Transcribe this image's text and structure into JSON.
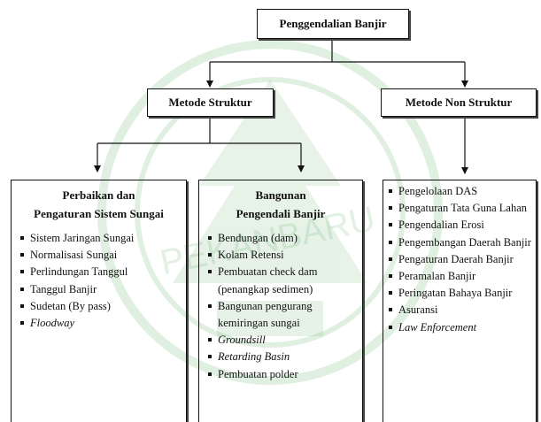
{
  "root": {
    "label": "Penggendalian Banjir"
  },
  "structural": {
    "label": "Metode Struktur"
  },
  "non_structural": {
    "label": "Metode Non Struktur"
  },
  "panels": {
    "river": {
      "title_line1": "Perbaikan dan",
      "title_line2": "Pengaturan Sistem Sungai",
      "items": [
        {
          "text": "Sistem Jaringan Sungai",
          "italic": false
        },
        {
          "text": "Normalisasi Sungai",
          "italic": false
        },
        {
          "text": "Perlindungan Tanggul",
          "italic": false
        },
        {
          "text": "Tanggul Banjir",
          "italic": false
        },
        {
          "text": "Sudetan (By pass)",
          "italic": false
        },
        {
          "text": "Floodway",
          "italic": true
        }
      ]
    },
    "building": {
      "title_line1": "Bangunan",
      "title_line2": "Pengendali Banjir",
      "items": [
        {
          "text": "Bendungan (dam)",
          "italic": false
        },
        {
          "text": "Kolam Retensi",
          "italic": false
        },
        {
          "text": "Pembuatan check dam (penangkap sedimen)",
          "italic": false
        },
        {
          "text": "Bangunan pengurang kemiringan sungai",
          "italic": false
        },
        {
          "text": "Groundsill",
          "italic": true
        },
        {
          "text": "Retarding Basin",
          "italic": true
        },
        {
          "text": "Pembuatan polder",
          "italic": false
        }
      ]
    },
    "nonstruct": {
      "items": [
        {
          "text": "Pengelolaan DAS",
          "italic": false
        },
        {
          "text": "Pengaturan Tata Guna Lahan",
          "italic": false
        },
        {
          "text": "Pengendalian Erosi",
          "italic": false
        },
        {
          "text": "Pengembangan Daerah Banjir",
          "italic": false
        },
        {
          "text": "Pengaturan Daerah Banjir",
          "italic": false
        },
        {
          "text": "Peramalan Banjir",
          "italic": false
        },
        {
          "text": "Peringatan Bahaya Banjir",
          "italic": false
        },
        {
          "text": "Asuransi",
          "italic": false
        },
        {
          "text": "Law Enforcement",
          "italic": true
        }
      ]
    }
  },
  "watermark": {
    "text": "PEKANBARU",
    "color": "#4caf50"
  },
  "colors": {
    "line": "#111111",
    "watermark": "#3e9e45"
  }
}
